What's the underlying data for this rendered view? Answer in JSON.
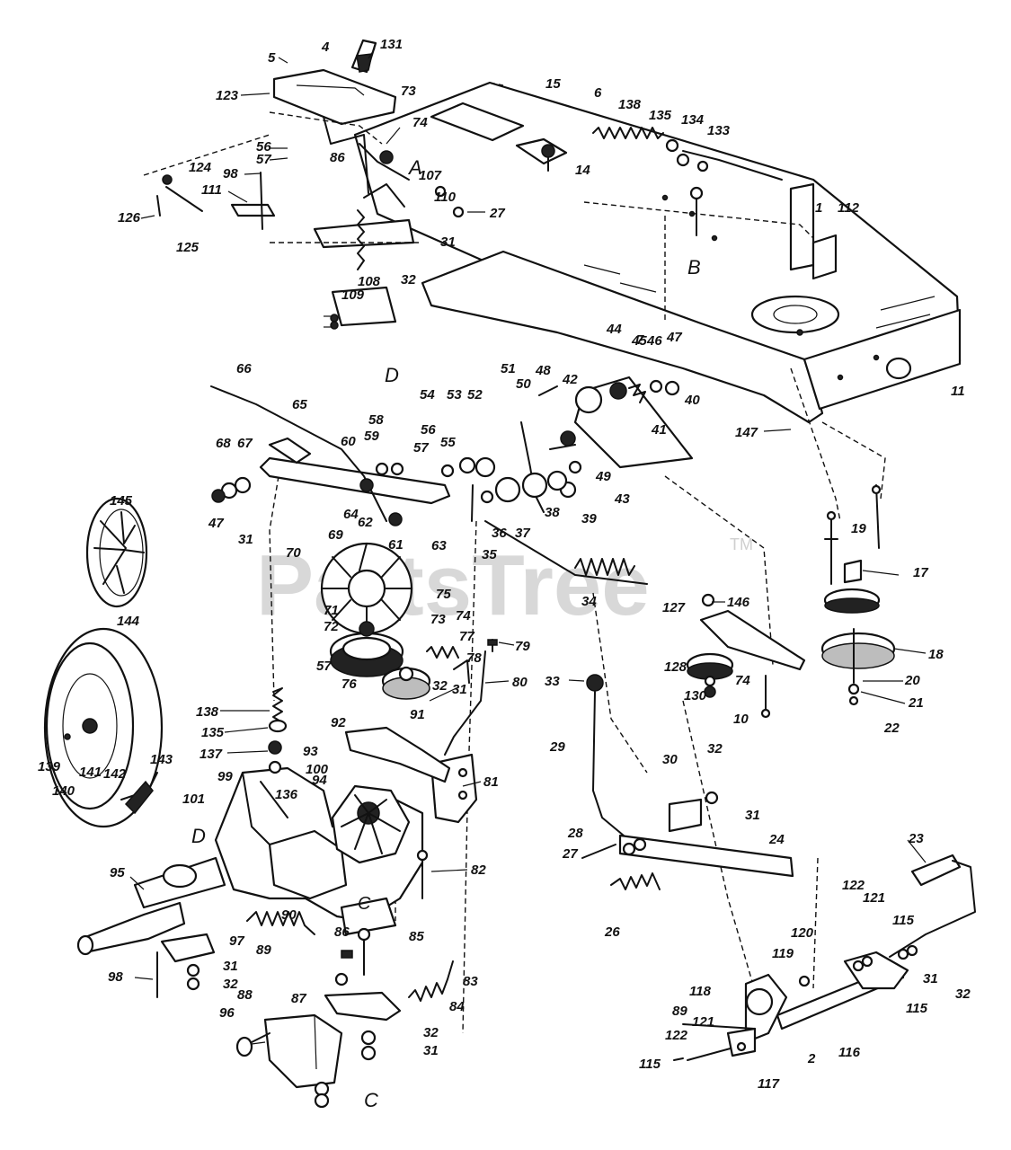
{
  "watermark": {
    "text": "PartsTree",
    "tm": "TM"
  },
  "callouts": [
    "5",
    "4",
    "131",
    "123",
    "73",
    "56",
    "57",
    "86",
    "74",
    "124",
    "98",
    "A",
    "107",
    "111",
    "110",
    "27",
    "126",
    "125",
    "31",
    "32",
    "108",
    "109",
    "D",
    "15",
    "6",
    "138",
    "135",
    "134",
    "133",
    "14",
    "B",
    "1",
    "112",
    "11",
    "147",
    "44",
    "7",
    "45",
    "46",
    "47",
    "48",
    "51",
    "50",
    "42",
    "40",
    "41",
    "49",
    "43",
    "39",
    "54",
    "53",
    "52",
    "37",
    "38",
    "36",
    "35",
    "58",
    "59",
    "56",
    "57",
    "55",
    "66",
    "65",
    "60",
    "64",
    "62",
    "63",
    "61",
    "68",
    "67",
    "47",
    "31",
    "34",
    "145",
    "144",
    "69",
    "70",
    "75",
    "71",
    "72",
    "73",
    "74",
    "77",
    "78",
    "79",
    "80",
    "57",
    "76",
    "92",
    "93",
    "94",
    "32",
    "31",
    "91",
    "81",
    "82",
    "138",
    "135",
    "137",
    "136",
    "99",
    "100",
    "101",
    "95",
    "D",
    "97",
    "98",
    "31",
    "32",
    "90",
    "89",
    "86",
    "85",
    "83",
    "87",
    "84",
    "88",
    "96",
    "32",
    "31",
    "C",
    "C",
    "139",
    "140",
    "141",
    "142",
    "143",
    "19",
    "17",
    "127",
    "146",
    "18",
    "128",
    "74",
    "20",
    "21",
    "22",
    "130",
    "10",
    "33",
    "29",
    "30",
    "32",
    "31",
    "28",
    "27",
    "24",
    "26",
    "23",
    "122",
    "121",
    "115",
    "120",
    "119",
    "118",
    "89",
    "121",
    "122",
    "115",
    "117",
    "2",
    "116",
    "115",
    "31",
    "32"
  ],
  "part_icons": {
    "frame": "frame-icon",
    "transmission": "transaxle-icon",
    "wheel": "wheel-icon",
    "hubcap": "hubcap-icon",
    "fan": "cooling-fan-icon",
    "pulleys": "pulley-icon",
    "shift_lever": "shift-lever-icon",
    "pedal": "pedal-icon",
    "spring": "spring-icon",
    "rod": "control-rod-icon"
  }
}
